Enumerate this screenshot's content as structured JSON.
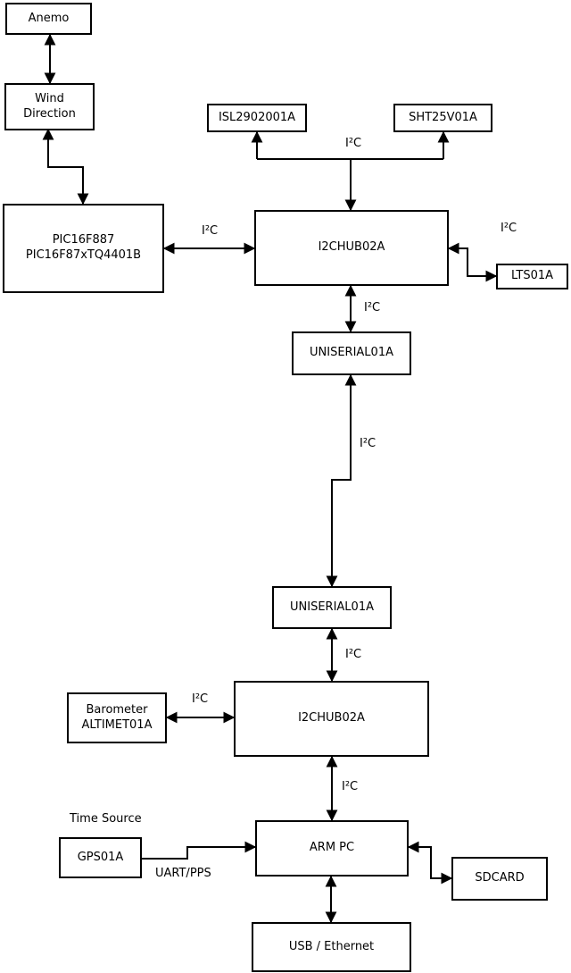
{
  "diagram_type": "hardware-block-diagram",
  "colors": {
    "background": "#ffffff",
    "box_fill": "#ffffff",
    "box_border": "#000000",
    "line": "#000000",
    "text": "#000000"
  },
  "nodes": {
    "anemo": {
      "label": "Anemo"
    },
    "wind_direction": {
      "label": "Wind\nDirection"
    },
    "pic": {
      "label": "PIC16F887\nPIC16F87xTQ4401B"
    },
    "isl": {
      "label": "ISL2902001A"
    },
    "sht": {
      "label": "SHT25V01A"
    },
    "i2chub_upper": {
      "label": "I2CHUB02A"
    },
    "lts": {
      "label": "LTS01A"
    },
    "uniserial_upper": {
      "label": "UNISERIAL01A"
    },
    "uniserial_lower": {
      "label": "UNISERIAL01A"
    },
    "barometer": {
      "label": "Barometer\nALTIMET01A"
    },
    "i2chub_lower": {
      "label": "I2CHUB02A"
    },
    "gps": {
      "label": "GPS01A"
    },
    "arm_pc": {
      "label": "ARM PC"
    },
    "sdcard": {
      "label": "SDCARD"
    },
    "usb_ethernet": {
      "label": "USB / Ethernet"
    }
  },
  "edges": [
    {
      "id": "anemo-winddir",
      "from": "Anemo",
      "to": "Wind Direction",
      "bidirectional": true,
      "label": ""
    },
    {
      "id": "winddir-pic",
      "from": "Wind Direction",
      "to": "PIC16F887 PIC16F87xTQ4401B",
      "bidirectional": true,
      "label": ""
    },
    {
      "id": "pic-i2chub-upper",
      "from": "PIC16F887 PIC16F87xTQ4401B",
      "to": "I2CHUB02A (upper)",
      "bidirectional": true,
      "label": "I²C"
    },
    {
      "id": "i2chub-upper-sensors",
      "from": "I2CHUB02A (upper)",
      "to": "ISL2902001A / SHT25V01A",
      "bidirectional": true,
      "label": "I²C"
    },
    {
      "id": "i2chub-upper-lts",
      "from": "I2CHUB02A (upper)",
      "to": "LTS01A",
      "bidirectional": true,
      "label": "I²C"
    },
    {
      "id": "i2chub-upper-uniserial-upper",
      "from": "I2CHUB02A (upper)",
      "to": "UNISERIAL01A (upper)",
      "bidirectional": true,
      "label": "I²C"
    },
    {
      "id": "uniserial-upper-uniserial-lower",
      "from": "UNISERIAL01A (upper)",
      "to": "UNISERIAL01A (lower)",
      "bidirectional": true,
      "label": "I²C"
    },
    {
      "id": "uniserial-lower-i2chub-lower",
      "from": "UNISERIAL01A (lower)",
      "to": "I2CHUB02A (lower)",
      "bidirectional": true,
      "label": "I²C"
    },
    {
      "id": "barometer-i2chub-lower",
      "from": "Barometer ALTIMET01A",
      "to": "I2CHUB02A (lower)",
      "bidirectional": true,
      "label": "I²C"
    },
    {
      "id": "i2chub-lower-armpc",
      "from": "I2CHUB02A (lower)",
      "to": "ARM PC",
      "bidirectional": true,
      "label": "I²C"
    },
    {
      "id": "gps-armpc",
      "from": "GPS01A",
      "to": "ARM PC",
      "bidirectional": false,
      "label": "UART/PPS"
    },
    {
      "id": "armpc-sdcard",
      "from": "ARM PC",
      "to": "SDCARD",
      "bidirectional": true,
      "label": ""
    },
    {
      "id": "armpc-usb",
      "from": "ARM PC",
      "to": "USB / Ethernet",
      "bidirectional": true,
      "label": ""
    }
  ],
  "annotations": {
    "time_source": "Time Source"
  }
}
